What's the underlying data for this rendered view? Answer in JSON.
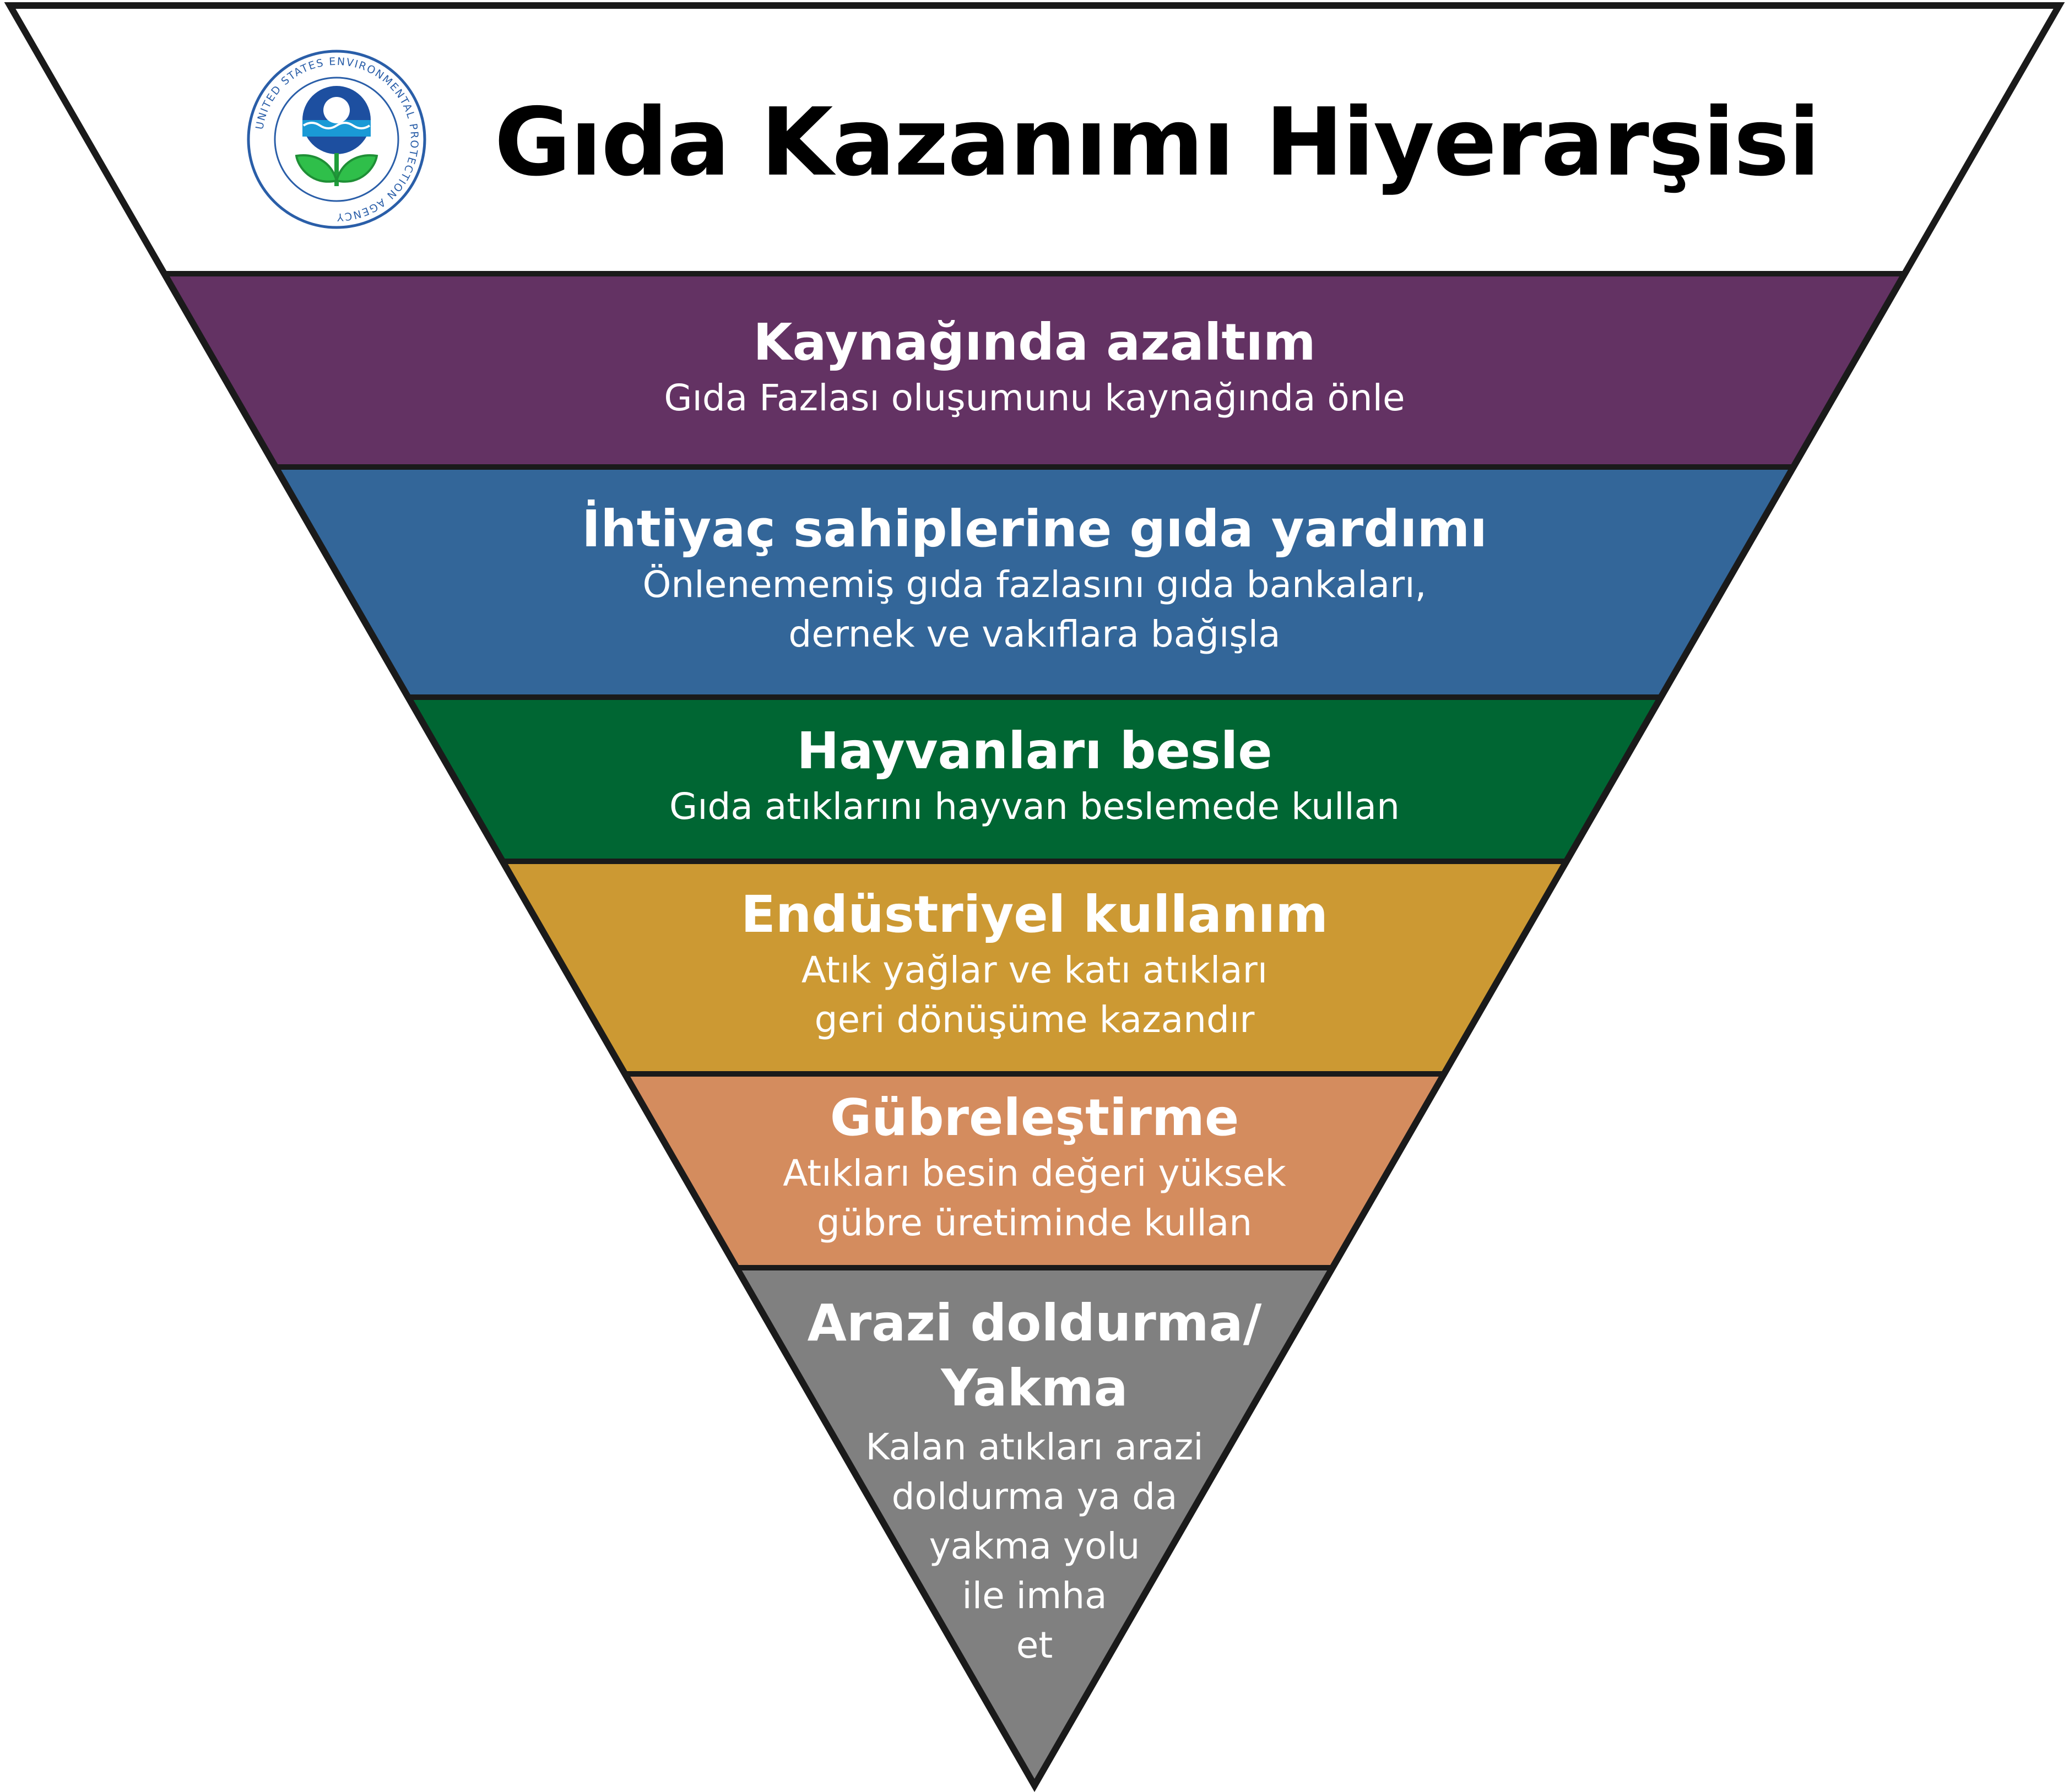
{
  "title": "Gıda Kazanımı Hiyerarşisi",
  "logo": {
    "icon": "epa-seal-icon",
    "text": "UNITED STATES ENVIRONMENTAL PROTECTION AGENCY"
  },
  "levels": [
    {
      "title_lines": [
        "Kaynağında azaltım"
      ],
      "subtitle_lines": [
        "Gıda Fazlası oluşumunu kaynağında önle"
      ],
      "color": "#633263"
    },
    {
      "title_lines": [
        "İhtiyaç sahiplerine gıda yardımı"
      ],
      "subtitle_lines": [
        "Önlenememiş gıda fazlasını gıda bankaları,",
        "dernek ve vakıflara bağışla"
      ],
      "color": "#336699"
    },
    {
      "title_lines": [
        "Hayvanları besle"
      ],
      "subtitle_lines": [
        "Gıda atıklarını hayvan beslemede kullan"
      ],
      "color": "#006633"
    },
    {
      "title_lines": [
        "Endüstriyel kullanım"
      ],
      "subtitle_lines": [
        "Atık yağlar ve katı atıkları",
        "geri dönüşüme kazandır"
      ],
      "color": "#CC9933"
    },
    {
      "title_lines": [
        "Gübreleştirme"
      ],
      "subtitle_lines": [
        "Atıkları besin değeri yüksek",
        "gübre üretiminde kullan"
      ],
      "color": "#D48C5E"
    },
    {
      "title_lines": [
        "Arazi doldurma/",
        "Yakma"
      ],
      "subtitle_lines": [
        "Kalan atıkları arazi",
        "doldurma ya da",
        "yakma yolu",
        "ile imha",
        "et"
      ],
      "color": "#808080"
    }
  ]
}
